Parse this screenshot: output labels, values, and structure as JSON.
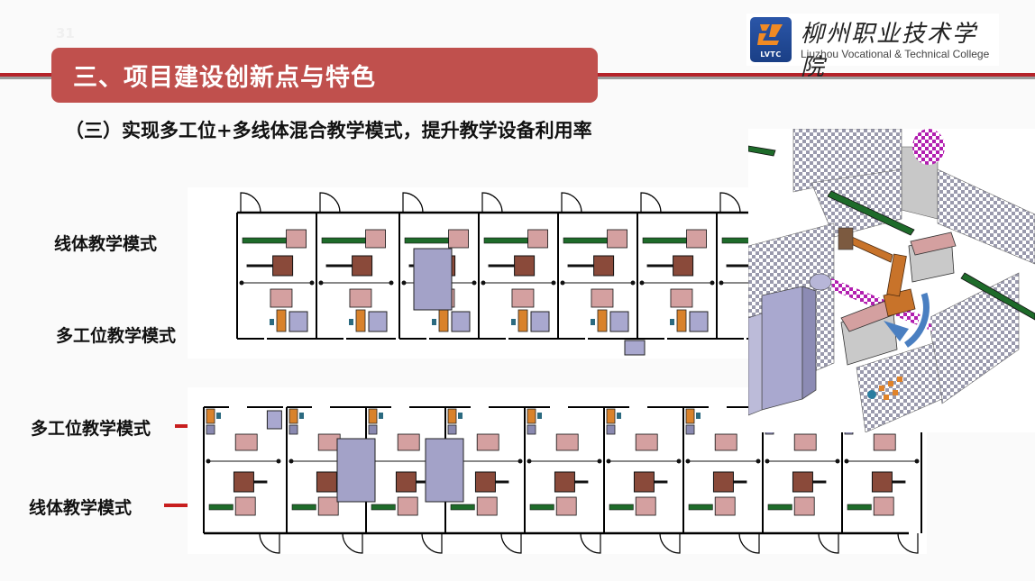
{
  "slide": {
    "page_number": "31",
    "header": {
      "title": "三、项目建设创新点与特色",
      "bar_color": "#c0504d",
      "line_color": "#b5232a"
    },
    "logo": {
      "badge_text": "LVTC",
      "name_cn": "柳州职业技术学院",
      "name_en": "Liuzhou Vocational & Technical College",
      "badge_color": "#1f4a97",
      "mark_color": "#f08a24"
    },
    "subtitle": "（三）实现多工位+多线体混合教学模式，提升教学设备利用率",
    "top_plan": {
      "labels": [
        {
          "text": "线体教学模式",
          "arrow": "arrow-right"
        },
        {
          "text": "多工位教学模式",
          "arrow": "arrow-right"
        }
      ],
      "station_count": 7
    },
    "bottom_plan": {
      "labels": [
        {
          "text": "多工位教学模式",
          "arrow": "arrow-right"
        },
        {
          "text": "线体教学模式",
          "arrow": "arrow-right"
        }
      ],
      "station_count": 9
    },
    "iso_view": {
      "description": "isometric-robot-workcell",
      "rotation_arrow_color": "#4a7fc1",
      "robot_color": "#c8732a",
      "conveyor_color": "#1f6b2a"
    },
    "colors": {
      "conveyor": "#1e6b2a",
      "table_pink": "#d4a0a0",
      "cabinet": "#a9a8cf",
      "controller_orange": "#d9822b",
      "arrow_red": "#c81e1e"
    }
  }
}
